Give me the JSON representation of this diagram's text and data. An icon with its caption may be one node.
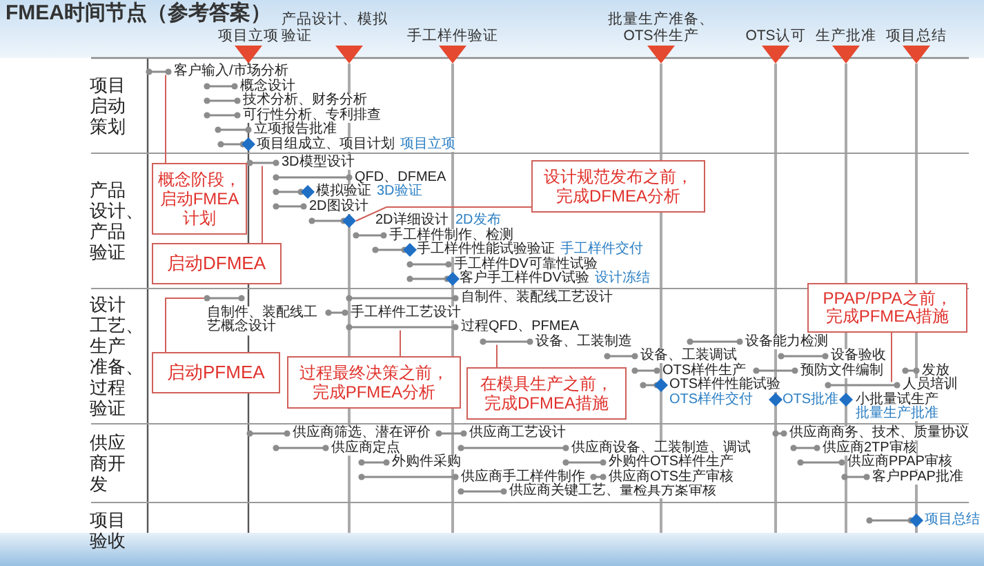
{
  "diagram": {
    "title": "FMEA时间节点（参考答案）",
    "nodes": [
      {
        "text": [
          "概念阶段，启动FMEA计划"
        ]
      },
      {
        "text": [
          "启动DFMEA"
        ]
      },
      {
        "text": [
          "设计规范发布之前，完成DFMEA分析"
        ]
      },
      {
        "text": [
          "在模具生产之前，完成DFMEA措施"
        ]
      },
      {
        "text": [
          "启动PFMEA"
        ]
      },
      {
        "text": [
          "过程最终决策之前，完成PFMEA分析"
        ]
      },
      {
        "text": [
          "PPAP/PPA之前，完成PFMEA措施"
        ]
      },
      {
        "text": [],
        "shape": "bar",
        "beside": [
          "客户输入/市场分析"
        ]
      },
      {
        "text": [],
        "shape": "bar",
        "beside": [
          "3D模型设计"
        ]
      },
      {
        "text": [],
        "shape": "diamond"
      },
      {
        "text": [],
        "shape": "bar",
        "beside": [
          "设备、工装制造"
        ]
      },
      {
        "text": [],
        "shape": "bar",
        "beside": [
          "自制件、装配线工艺概念设计"
        ]
      },
      {
        "text": [],
        "shape": "bar",
        "beside": [
          "过程QFD、PFMEA"
        ]
      },
      {
        "text": [],
        "shape": "bar",
        "beside": [
          "人员培训"
        ]
      }
    ],
    "edges": [
      {
        "from": 0,
        "to": 7,
        "arrow": "none"
      },
      {
        "from": 1,
        "to": 8,
        "arrow": "none"
      },
      {
        "from": 2,
        "to": 9,
        "arrow": "none"
      },
      {
        "from": 3,
        "to": 10,
        "arrow": "none"
      },
      {
        "from": 4,
        "to": 11,
        "arrow": "none"
      },
      {
        "from": 5,
        "to": 12,
        "arrow": "none"
      },
      {
        "from": 6,
        "to": 13,
        "arrow": "none"
      }
    ],
    "labels": [
      "项目立项",
      "产品设计、模拟验证",
      "手工样件验证",
      "批量生产准备、OTS件生产",
      "OTS认可",
      "生产批准",
      "项目总结",
      "项目启动策划",
      "概念设计",
      "技术分析、财务分析",
      "可行性分析、专利排查",
      "立项报告批准",
      "项目组成立、项目计划",
      "项目立项",
      "产品设计、产品验证",
      "QFD、DFMEA",
      "模拟验证",
      "3D验证",
      "2D图设计",
      "2D详细设计",
      "2D发布",
      "手工样件制作、检测",
      "手工样件性能试验验证",
      "手工样件交付",
      "手工样件DV可靠性试验",
      "客户手工样件DV试验",
      "设计冻结",
      "设计工艺、生产准备、过程验证",
      "手工样件工艺设计",
      "自制件、装配线工艺设计",
      "设备、工装调试",
      "OTS样件生产",
      "OTS样件性能试验",
      "OTS样件交付",
      "OTS批准",
      "设备能力检测",
      "设备验收",
      "预防文件编制",
      "发放",
      "小批量试生产",
      "批量生产批准",
      "供应商开发",
      "供应商筛选、潜在评价",
      "供应商定点",
      "外购件采购",
      "供应商手工样件制作",
      "供应商工艺设计",
      "供应商设备、工装制造、调试",
      "供应商关键工艺、量检具方案审核",
      "外购件OTS样件生产",
      "供应商OTS生产审核",
      "供应商商务、技术、质量协议",
      "供应商2TP审核",
      "供应商PPAP审核",
      "客户PPAP批准",
      "项目验收",
      "项目总结"
    ]
  }
}
